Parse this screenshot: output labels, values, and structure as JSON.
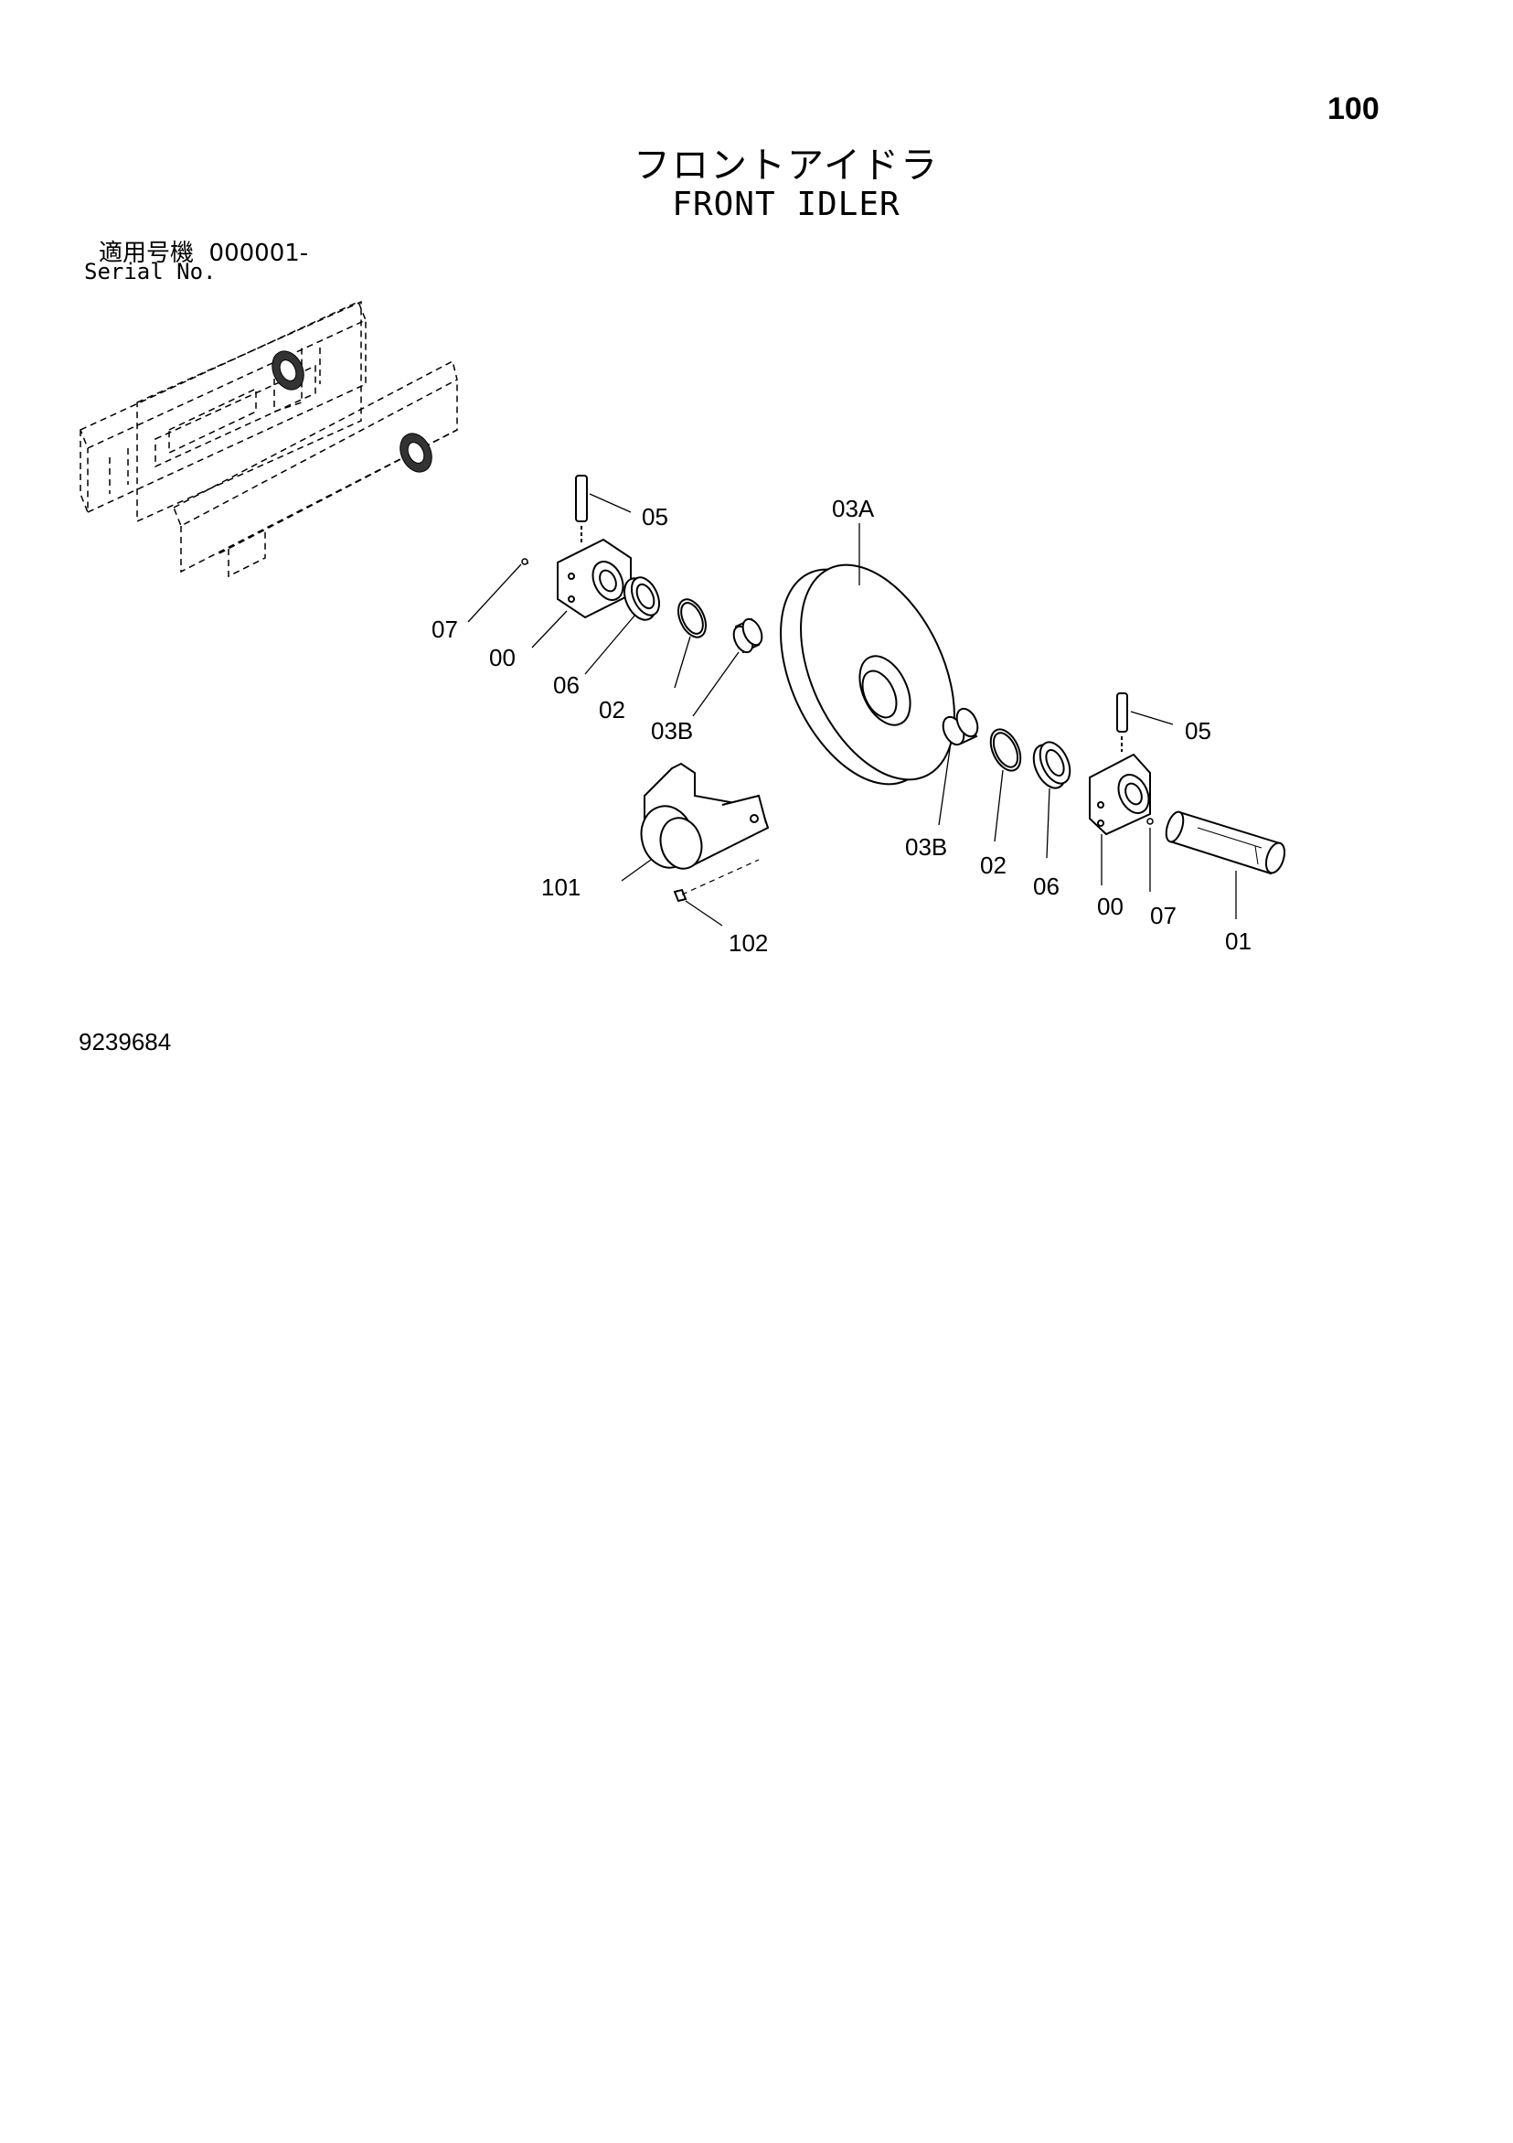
{
  "page_number": "100",
  "title": {
    "japanese": "フロントアイドラ",
    "english": "FRONT IDLER"
  },
  "serial": {
    "label_jp": "適用号機",
    "value": "000001-",
    "label_en": "Serial No."
  },
  "callouts": {
    "c05_top": "05",
    "c03A": "03A",
    "c07_left": "07",
    "c00_left": "00",
    "c06_left": "06",
    "c02_left": "02",
    "c03B_left": "03B",
    "c05_right": "05",
    "c101": "101",
    "c102": "102",
    "c03B_right": "03B",
    "c02_right": "02",
    "c06_right": "06",
    "c00_right": "00",
    "c07_right": "07",
    "c01": "01"
  },
  "document_code": "9239684"
}
